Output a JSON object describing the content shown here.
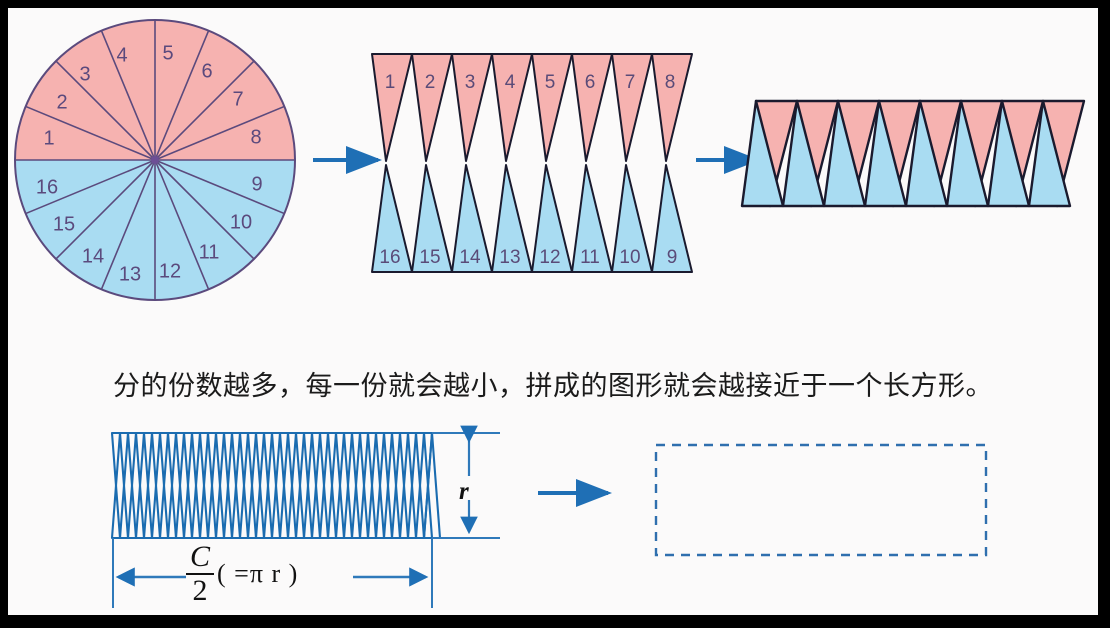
{
  "page": {
    "background": "#fbfafa",
    "frame_color": "#000000",
    "topic": "circle-area-derivation"
  },
  "colors": {
    "pink_fill": "#f6b2b0",
    "blue_fill": "#a9dcf2",
    "wedge_outline_circle": "#5b4a7d",
    "wedge_outline_dark": "#1a1a2e",
    "arrow_blue": "#1f6fb5",
    "zigzag_blue": "#1b6cb0",
    "dashed_blue": "#2f6fae",
    "number_text": "#5b4a7d",
    "caption_text": "#1b1b1b"
  },
  "circle_diagram": {
    "name": "circle-divided-into-16-sectors",
    "total_sectors": 16,
    "pink_sector_labels": [
      "1",
      "2",
      "3",
      "4",
      "5",
      "6",
      "7",
      "8"
    ],
    "blue_sector_labels": [
      "9",
      "10",
      "11",
      "12",
      "13",
      "14",
      "15",
      "16"
    ],
    "all_labels": [
      "1",
      "2",
      "3",
      "4",
      "5",
      "6",
      "7",
      "8",
      "9",
      "10",
      "11",
      "12",
      "13",
      "14",
      "15",
      "16"
    ]
  },
  "wedges_row": {
    "name": "separated-wedges",
    "top_row_labels": [
      "1",
      "2",
      "3",
      "4",
      "5",
      "6",
      "7",
      "8"
    ],
    "bottom_row_labels": [
      "16",
      "15",
      "14",
      "13",
      "12",
      "11",
      "10",
      "9"
    ]
  },
  "assembled_shape": {
    "name": "interlocked-parallelogram",
    "wedge_pairs": 8,
    "description": "pink and blue wedges interlocked into near-rectangle"
  },
  "arrows": [
    {
      "name": "arrow-circle-to-wedges",
      "direction": "right"
    },
    {
      "name": "arrow-wedges-to-assembled",
      "direction": "right"
    },
    {
      "name": "arrow-zigzag-to-rectangle",
      "direction": "right"
    }
  ],
  "caption": {
    "text": "分的份数越多，每一份就会越小，拼成的图形就会越接近于一个长方形。"
  },
  "fine_shape": {
    "name": "many-thin-wedges-rectangle",
    "triangle_count": 20,
    "height_label": "r",
    "width_label_numerator": "C",
    "width_label_denominator": "2",
    "width_label_paren": "( =π r )"
  },
  "result_rectangle": {
    "name": "dashed-target-rectangle",
    "style": "dashed",
    "label": ""
  }
}
